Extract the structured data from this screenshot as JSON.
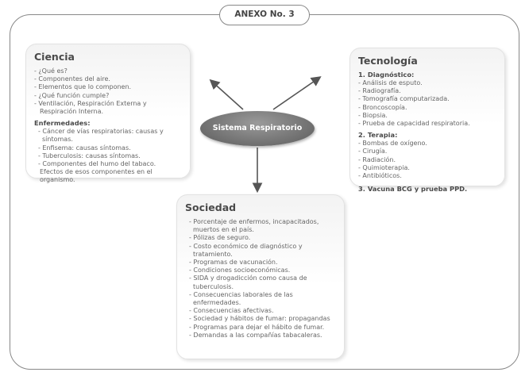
{
  "annex_title": "ANEXO No. 3",
  "center_label": "Sistema Respiratorio",
  "ciencia": {
    "title": "Ciencia",
    "items": [
      "- ¿Qué es?",
      "- Componentes del aire.",
      "- Elementos que lo componen.",
      "- ¿Qué función cumple?",
      "- Ventilación, Respiración Externa y",
      "Respiración Interna."
    ],
    "enfermedades_title": "Enfermedades:",
    "enfermedades_items": [
      "- Cáncer de vías respiratorias: causas y síntomas.",
      "- Enfisema: causas síntomas.",
      "- Tuberculosis: causas síntomas.",
      "- Componentes del humo del tabaco."
    ],
    "enfermedades_note": "Efectos de esos componentes en el organismo."
  },
  "tecnologia": {
    "title": "Tecnología",
    "diagnostico_title": "1. Diagnóstico:",
    "diagnostico_items": [
      "- Análisis de esputo.",
      "- Radiografía.",
      "- Tomografía computarizada.",
      "- Broncoscopía.",
      "- Biopsia.",
      "- Prueba de capacidad respiratoria."
    ],
    "terapia_title": "2. Terapia:",
    "terapia_items": [
      "- Bombas de oxígeno.",
      "- Cirugía.",
      "- Radiación.",
      "- Quimioterapia.",
      "- Antibióticos."
    ],
    "vacuna_title": "3. Vacuna BCG y prueba PPD."
  },
  "sociedad": {
    "title": "Sociedad",
    "items": [
      "- Porcentaje de enfermos, incapacitados, muertos en el país.",
      "- Pólizas de seguro.",
      "- Costo económico de diagnóstico y tratamiento.",
      "- Programas de vacunación.",
      "- Condiciones socioeconómicas.",
      "- SIDA y drogadicción como causa de tuberculosis.",
      "- Consecuencias laborales de las enfermedades.",
      "- Consecuencias afectivas.",
      "- Sociedad y hábitos de fumar: propagandas",
      "- Programas para dejar el hábito de fumar.",
      "- Demandas a las compañías tabacaleras."
    ]
  },
  "colors": {
    "frame": "#888888",
    "ellipse": "#6e6e6e",
    "arrow": "#555555"
  }
}
